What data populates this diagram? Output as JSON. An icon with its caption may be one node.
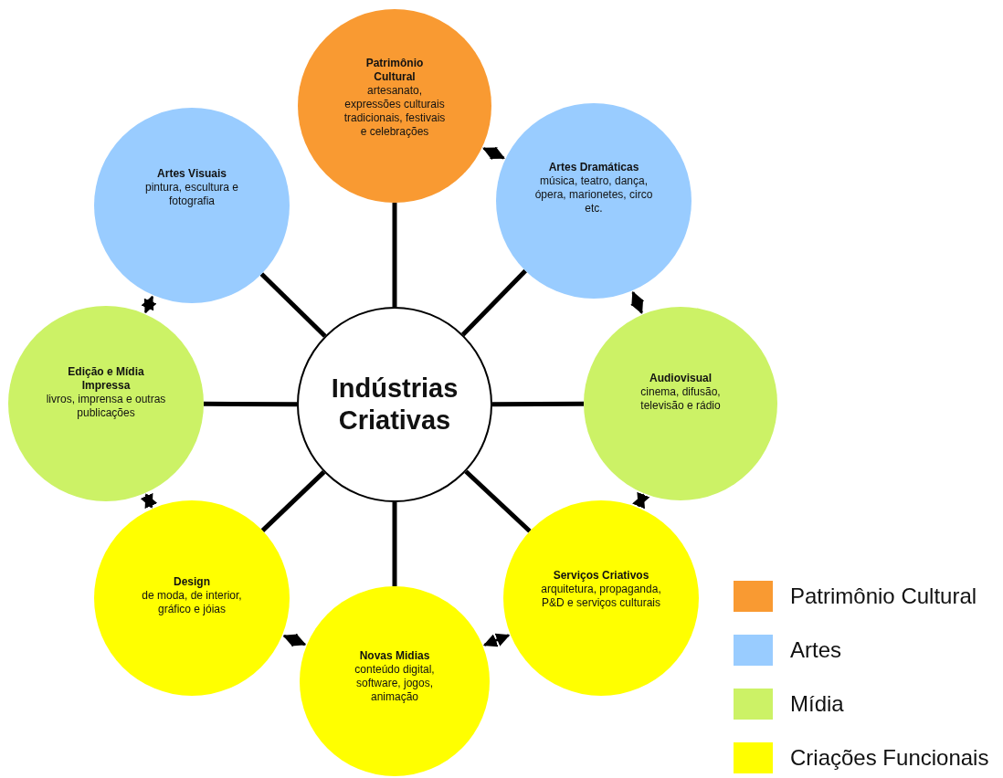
{
  "diagram": {
    "nodes": [
      {
        "text": [
          "Patrimônio Cultural",
          "artesanato, expressões culturais tradicionais, festivais e celebrações"
        ]
      },
      {
        "text": [
          "Artes Visuais",
          "pintura, escultura e fotografia"
        ]
      },
      {
        "text": [
          "Artes Dramáticas",
          "música, teatro, dança, ópera, marionetes, circo etc."
        ]
      },
      {
        "text": [
          "Indústrias Criativas"
        ]
      },
      {
        "text": [
          "Edição e Mídia Impressa",
          "livros, imprensa e outras publicações"
        ]
      },
      {
        "text": [
          "Audiovisual",
          "cinema, difusão, televisão e rádio"
        ]
      },
      {
        "text": [
          "Design",
          "de moda, de interior, gráfico e jóias"
        ]
      },
      {
        "text": [
          "Serviços Criativos",
          "arquitetura, propaganda, P&D e serviços culturais"
        ]
      },
      {
        "text": [
          "Novas Midias",
          "conteúdo digital, software, jogos, animação"
        ]
      }
    ],
    "edges": [
      {
        "from": 3,
        "to": 0,
        "arrow": "none"
      },
      {
        "from": 3,
        "to": 2,
        "arrow": "none"
      },
      {
        "from": 3,
        "to": 5,
        "arrow": "none"
      },
      {
        "from": 3,
        "to": 7,
        "arrow": "none"
      },
      {
        "from": 3,
        "to": 8,
        "arrow": "none"
      },
      {
        "from": 3,
        "to": 6,
        "arrow": "none"
      },
      {
        "from": 3,
        "to": 4,
        "arrow": "none"
      },
      {
        "from": 3,
        "to": 1,
        "arrow": "none"
      },
      {
        "from": 0,
        "to": 2,
        "arrow": "both"
      },
      {
        "from": 2,
        "to": 5,
        "arrow": "both"
      },
      {
        "from": 5,
        "to": 7,
        "arrow": "both"
      },
      {
        "from": 7,
        "to": 8,
        "arrow": "both"
      },
      {
        "from": 8,
        "to": 6,
        "arrow": "both"
      },
      {
        "from": 6,
        "to": 4,
        "arrow": "both"
      },
      {
        "from": 4,
        "to": 1,
        "arrow": "both"
      }
    ],
    "legend": [
      {
        "text": "Patrimônio Cultural",
        "color": "#f99a32"
      },
      {
        "text": "Artes",
        "color": "#99ccff"
      },
      {
        "text": "Mídia",
        "color": "#ccf266"
      },
      {
        "text": "Criações Funcionais",
        "color": "#ffff00"
      }
    ]
  }
}
